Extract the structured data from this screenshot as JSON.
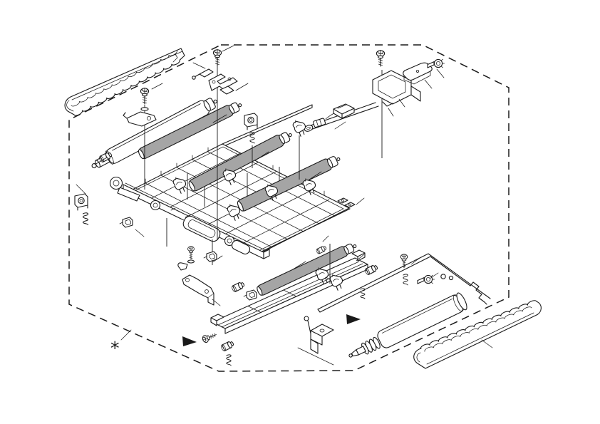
{
  "figure": {
    "kind": "exploded-parts-diagram",
    "subject": "Service-manual exploded view of a paper transport / feed section with rollers, guides, clips, springs and screws inside a dashed service boundary",
    "colors": {
      "background": "#ffffff",
      "line": "#1a1a1a",
      "roller_fill": "#a5a5a5",
      "metal_fill": "#ffffff"
    },
    "boundary": {
      "style": "dashed",
      "shape": "irregular-octagon"
    },
    "annotations": {
      "footnote_symbol": "*",
      "direction_arrow_count": 2,
      "part_number_labels_visible": false
    },
    "parts": [
      {
        "id": "upper-corrugated-guide",
        "label": "Corrugated paper guide (upper left)"
      },
      {
        "id": "lower-corrugated-guide",
        "label": "Corrugated paper guide (lower right)"
      },
      {
        "id": "exit-roller-white",
        "label": "Exit roller (white)"
      },
      {
        "id": "feed-roller-1",
        "label": "Feed roller 1"
      },
      {
        "id": "feed-roller-2",
        "label": "Feed roller 2"
      },
      {
        "id": "feed-roller-3",
        "label": "Feed roller 3"
      },
      {
        "id": "lower-feed-roller",
        "label": "Lower feed roller"
      },
      {
        "id": "pressure-roller",
        "label": "Pressure roller with coil spring end"
      },
      {
        "id": "transport-grid-plate",
        "label": "Transport grid plate"
      },
      {
        "id": "left-link-rail",
        "label": "Front link rail with chain links"
      },
      {
        "id": "lower-tray",
        "label": "Lower transport tray"
      },
      {
        "id": "chassis-edge",
        "label": "Main chassis edge (lower right)"
      },
      {
        "id": "pan-head-screw",
        "label": "Pan-head screw with washer (x6)"
      },
      {
        "id": "coil-spring",
        "label": "Compression spring (x5)"
      },
      {
        "id": "bearing-holder",
        "label": "Bearing holder block (x2)"
      },
      {
        "id": "roller-holder-clip",
        "label": "Roller holder clip (x8)"
      },
      {
        "id": "u-clip",
        "label": "U-clip retainer (x3)"
      },
      {
        "id": "bushing",
        "label": "Bushing (x5)"
      },
      {
        "id": "eye-link",
        "label": "Eye link"
      },
      {
        "id": "z-bracket",
        "label": "Z-bracket"
      },
      {
        "id": "mount-arm",
        "label": "Long mount arm"
      },
      {
        "id": "channel-bracket",
        "label": "Channel bracket"
      },
      {
        "id": "cover-plate",
        "label": "Cover plate"
      },
      {
        "id": "thumbscrew",
        "label": "Thumbscrew (x2)"
      },
      {
        "id": "cable-connector",
        "label": "Cable with connector"
      },
      {
        "id": "lever-arm",
        "label": "Lever arm"
      },
      {
        "id": "pin-bracket",
        "label": "Pin bracket"
      }
    ]
  }
}
